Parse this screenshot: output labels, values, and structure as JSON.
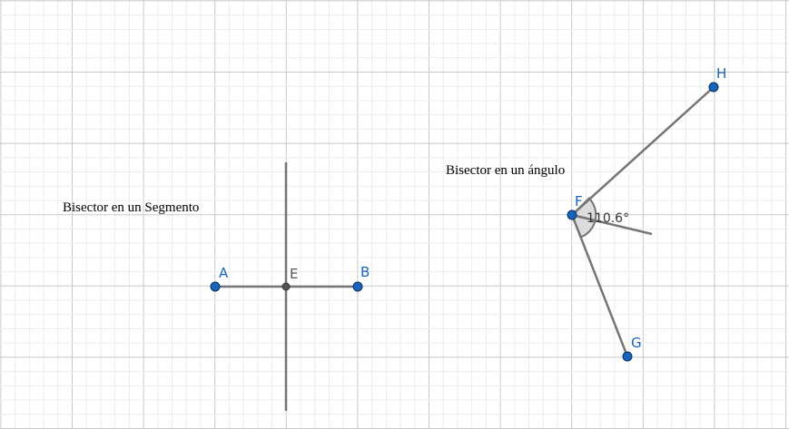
{
  "colors": {
    "background": "#ffffff",
    "grid_minor": "#ececec",
    "grid_major": "#c8c8c8",
    "line": "#757575",
    "point_fill": "#1565c0",
    "point_stroke": "#0d2e5e",
    "point_label": "#1565c0",
    "midpoint_fill": "#555555",
    "midpoint_label": "#555555",
    "angle_fill": "#dcdcdc"
  },
  "captions": {
    "segment": "Bisector en un Segmento",
    "angle": "Bisector en un ángulo"
  },
  "points": {
    "A": "A",
    "B": "B",
    "E": "E",
    "F": "F",
    "G": "G",
    "H": "H"
  },
  "angle_value": "110.6°"
}
